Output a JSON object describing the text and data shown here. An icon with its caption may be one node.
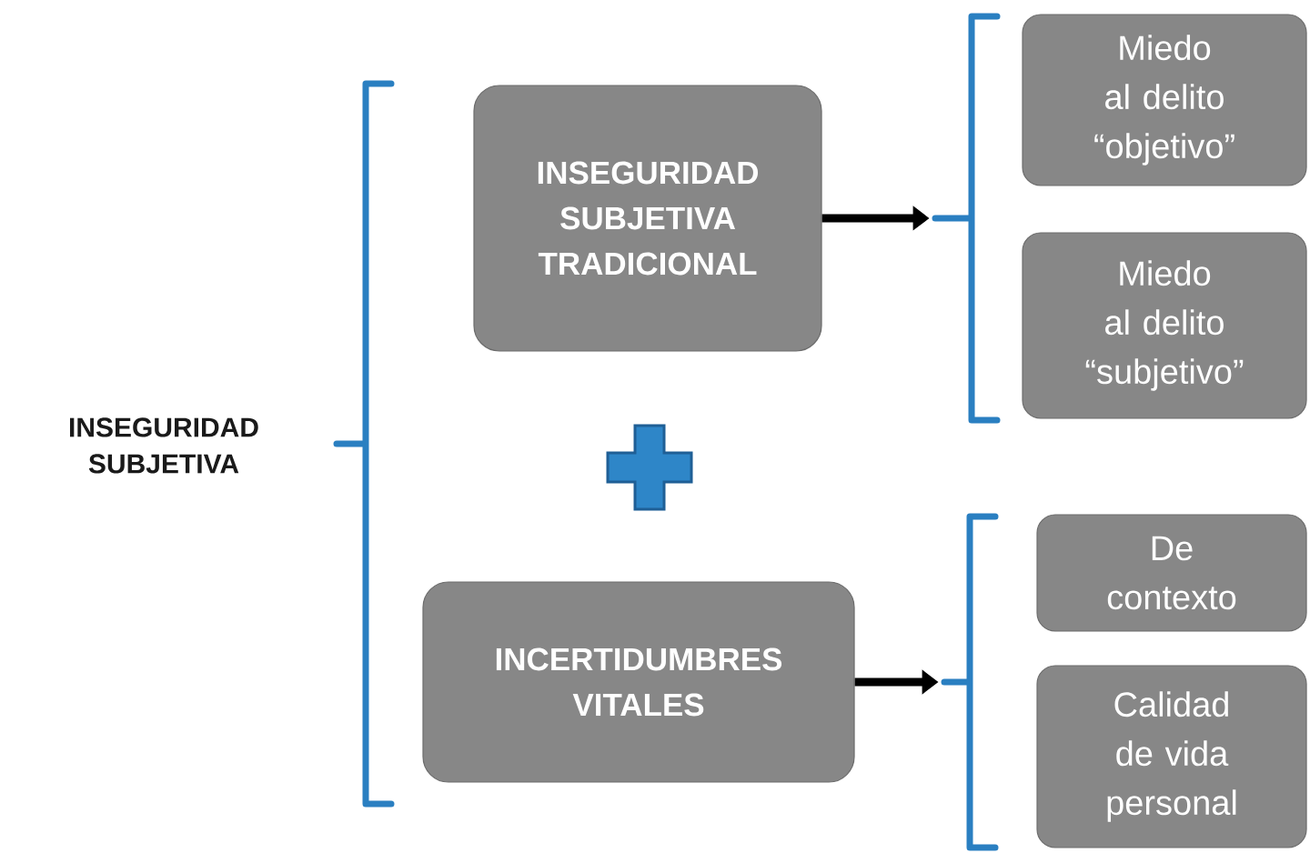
{
  "diagram": {
    "nodes": [
      {
        "text": [
          "INSEGURIDAD SUBJETIVA"
        ]
      },
      {
        "text": [
          "INSEGURIDAD SUBJETIVA TRADICIONAL"
        ]
      },
      {
        "text": [
          "INCERTIDUMBRES VITALES"
        ]
      },
      {
        "text": [
          "Miedo al delito “objetivo”"
        ]
      },
      {
        "text": [
          "Miedo al delito “subjetivo”"
        ]
      },
      {
        "text": [
          "De contexto"
        ]
      },
      {
        "text": [
          "Calidad de vida personal"
        ]
      },
      {
        "text": [],
        "shape": "bracket"
      },
      {
        "text": [],
        "shape": "bracket"
      }
    ],
    "edges": [
      {
        "from": 1,
        "to": 7,
        "arrow": "to"
      },
      {
        "from": 2,
        "to": 8,
        "arrow": "to"
      }
    ]
  }
}
